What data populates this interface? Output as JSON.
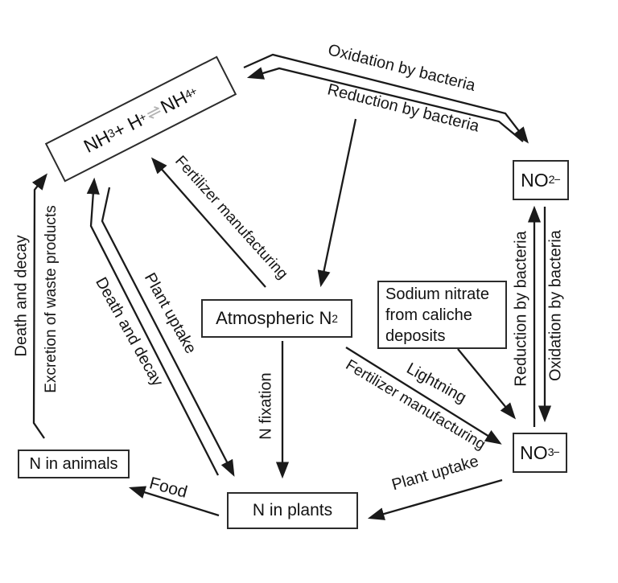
{
  "diagram": {
    "kind": "nitrogen-cycle-flow-diagram",
    "colors": {
      "line": "#1a1a1a",
      "equilibrium_arrow": "#b3b3b3",
      "background": "#ffffff",
      "box_border": "#2b2b2b"
    },
    "boxes": {
      "ammonia": {
        "formula": [
          [
            "NH"
          ],
          [
            "3",
            "sub"
          ],
          [
            " + H"
          ],
          [
            "+",
            "sup"
          ],
          [
            " "
          ],
          [
            "⇌",
            "eq"
          ],
          [
            " NH"
          ],
          [
            "4",
            "sub"
          ],
          [
            "+",
            "sup"
          ]
        ]
      },
      "nitrite": {
        "formula": [
          [
            "NO"
          ],
          [
            "2",
            "sub"
          ],
          [
            "−",
            "sup"
          ]
        ]
      },
      "nitrate": {
        "formula": [
          [
            "NO"
          ],
          [
            "3",
            "sub"
          ],
          [
            "−",
            "sup"
          ]
        ]
      },
      "atmospheric_n2": {
        "formula": [
          [
            "Atmospheric N"
          ],
          [
            "2",
            "sub"
          ]
        ]
      },
      "sodium_nitrate": {
        "lines": [
          "Sodium nitrate",
          "from caliche",
          "deposits"
        ]
      },
      "n_in_animals": {
        "label": "N in animals"
      },
      "n_in_plants": {
        "label": "N in plants"
      }
    },
    "edge_labels": {
      "oxidation_top": "Oxidation by bacteria",
      "reduction_top": "Reduction by bacteria",
      "fertilizer_left": "Fertilizer manufacturing",
      "death_and_decay_diagonal": "Death and decay",
      "plant_uptake_diagonal": "Plant uptake",
      "death_and_decay_vertical": "Death and decay",
      "excretion": "Excretion of waste products",
      "n_fixation": "N fixation",
      "lightning": "Lightning",
      "fertilizer_right": "Fertilizer manufacturing",
      "reduction_right": "Reduction by bacteria",
      "oxidation_right": "Oxidation by bacteria",
      "plant_uptake_bottom": "Plant uptake",
      "food": "Food"
    }
  }
}
